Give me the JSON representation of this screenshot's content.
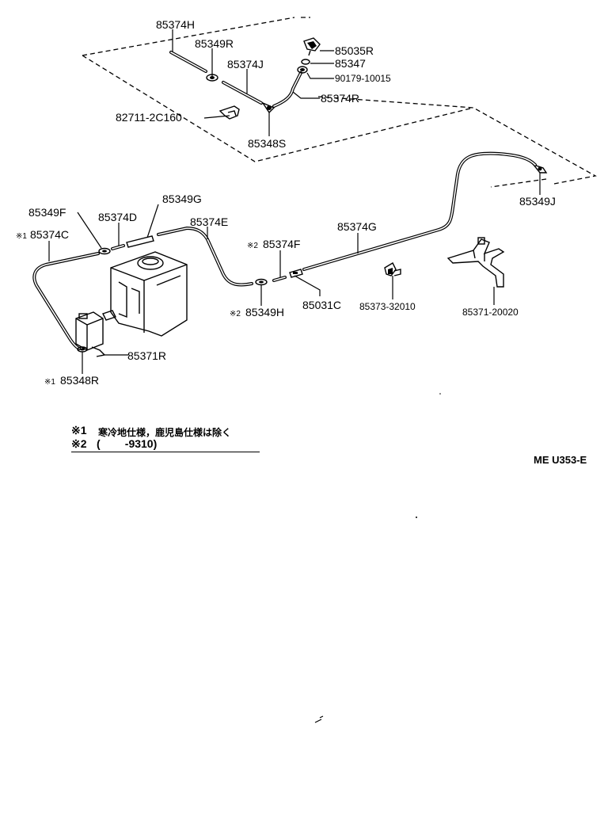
{
  "parts": {
    "p_85374H": "85374H",
    "p_85349R": "85349R",
    "p_85374J": "85374J",
    "p_85035R": "85035R",
    "p_85347": "85347",
    "p_90179": "90179-10015",
    "p_85374R": "85374R",
    "p_82711": "82711-2C160",
    "p_85348S": "85348S",
    "p_85349J": "85349J",
    "p_85349G": "85349G",
    "p_85349F": "85349F",
    "p_85374D": "85374D",
    "p_85374E": "85374E",
    "p_85374C": "85374C",
    "p_85374G": "85374G",
    "p_85374F": "85374F",
    "p_85031C": "85031C",
    "p_85349H": "85349H",
    "p_85373": "85373-32010",
    "p_85371_20020": "85371-20020",
    "p_85371R": "85371R",
    "p_85348R": "85348R"
  },
  "marks": {
    "m1_c": "※1",
    "m2_f": "※2",
    "m2_h": "※2",
    "m1_r": "※1"
  },
  "notes": {
    "note1_mark": "※1",
    "note1_text": "寒冷地仕様，鹿児島仕様は除く",
    "note2_mark": "※2",
    "note2_text": "(        -9310)"
  },
  "diagram_code": "ME U353-E"
}
